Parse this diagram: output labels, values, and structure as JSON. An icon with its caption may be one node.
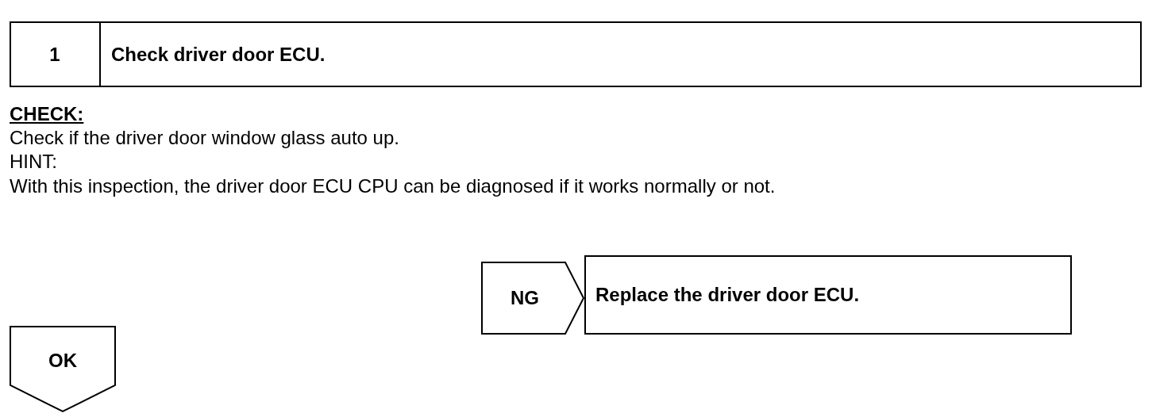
{
  "diagram": {
    "nodes": [
      {
        "text": [
          "1",
          "Check driver door ECU."
        ]
      },
      {
        "text": [
          "NG"
        ]
      },
      {
        "text": [
          "Replace the driver door ECU."
        ]
      },
      {
        "text": [
          "OK"
        ]
      }
    ],
    "labels": [
      "CHECK:",
      "Check if the driver door window glass auto up.",
      "HINT:",
      "With this inspection, the driver door ECU CPU can be diagnosed if it works normally or not."
    ]
  }
}
